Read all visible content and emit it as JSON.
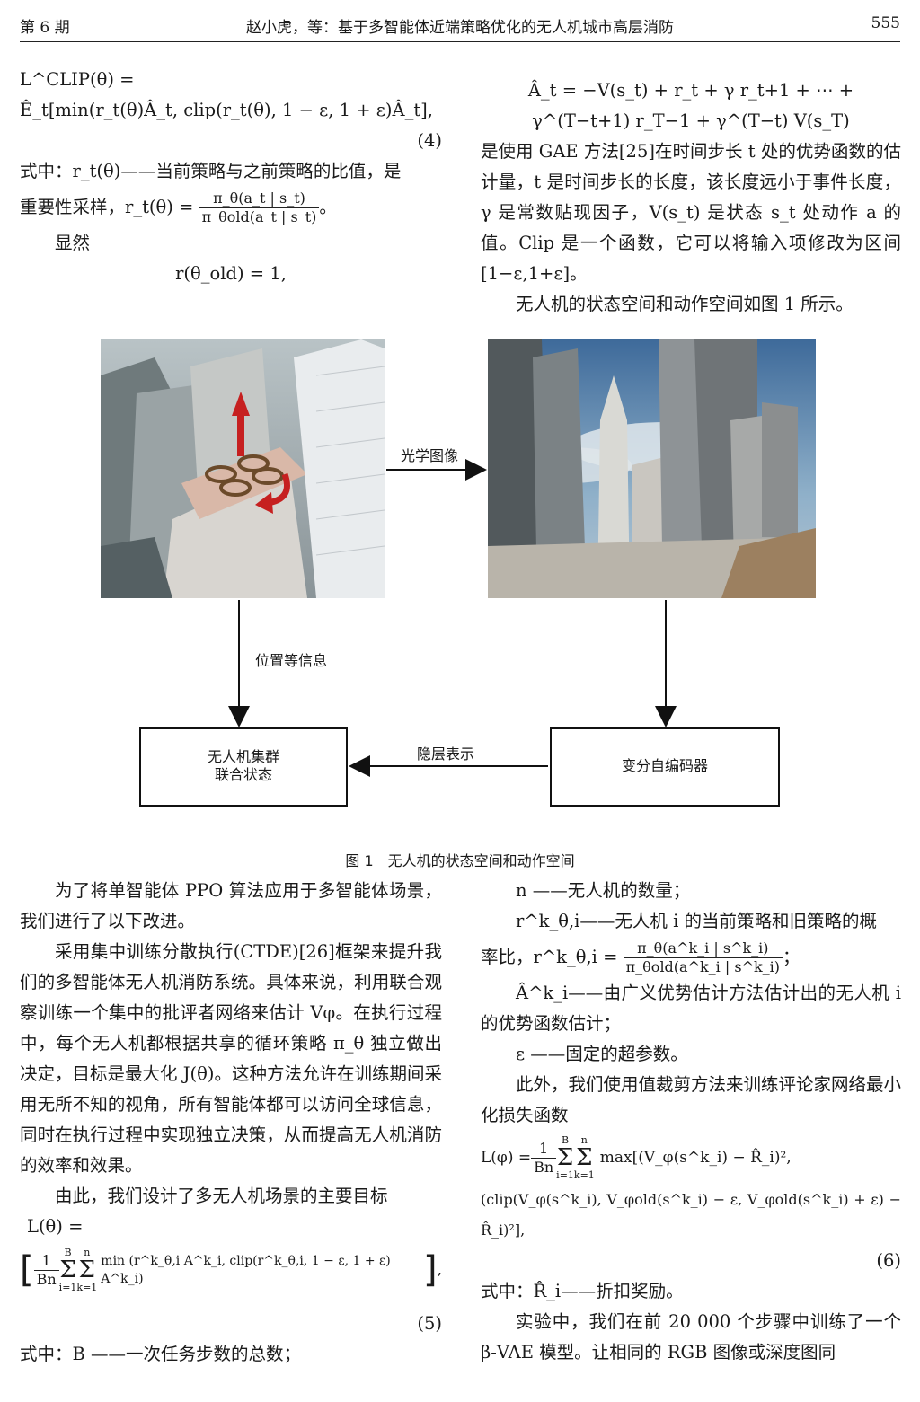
{
  "header": {
    "issue": "第 6 期",
    "title": "赵小虎，等：基于多智能体近端策略优化的无人机城市高层消防",
    "page_number": "555"
  },
  "left_top": {
    "eq4_line1": "L^CLIP(θ) =",
    "eq4_line2": "Ê_t[min(r_t(θ)Â_t, clip(r_t(θ), 1 − ε, 1 + ε)Â_t],",
    "eq4_no": "(4)",
    "def_rt": "式中：r_t(θ)——当前策略与之前策略的比值，是",
    "def_rt2": "重要性采样，r_t(θ) =",
    "frac_num": "π_θ(a_t | s_t)",
    "frac_den": "π_θold(a_t | s_t)",
    "def_rt_end": "。",
    "obviously": "显然",
    "r_old": "r(θ_old) = 1,"
  },
  "right_top": {
    "adv_line1": "Â_t = −V(s_t) + r_t + γ r_t+1 + ⋯ +",
    "adv_line2": "γ^(T−t+1) r_T−1 + γ^(T−t) V(s_T)",
    "p1": "是使用 GAE 方法[25]在时间步长 t 处的优势函数的估计量，t 是时间步长的长度，该长度远小于事件长度，γ 是常数贴现因子，V(s_t) 是状态 s_t 处动作 a 的值。Clip 是一个函数，它可以将输入项修改为区间[1−ε,1+ε]。",
    "p2": "无人机的状态空间和动作空间如图 1 所示。"
  },
  "figure": {
    "label_optical": "光学图像",
    "label_position": "位置等信息",
    "label_hidden": "隐层表示",
    "box_swarm_line1": "无人机集群",
    "box_swarm_line2": "联合状态",
    "box_vae": "变分自编码器",
    "caption": "图 1　无人机的状态空间和动作空间"
  },
  "left_bottom": {
    "p1": "为了将单智能体 PPO 算法应用于多智能体场景，我们进行了以下改进。",
    "p2": "采用集中训练分散执行(CTDE)[26]框架来提升我们的多智能体无人机消防系统。具体来说，利用联合观察训练一个集中的批评者网络来估计 Vφ。在执行过程中，每个无人机都根据共享的循环策略 π_θ 独立做出决定，目标是最大化 J(θ)。这种方法允许在训练期间采用无所不知的视角，所有智能体都可以访问全球信息，同时在执行过程中实现独立决策，从而提高无人机消防的效率和效果。",
    "p3": "由此，我们设计了多无人机场景的主要目标",
    "eq5_lhs": "L(θ) =",
    "eq5_body": "min (r^k_θ,i A^k_i, clip(r^k_θ,i, 1 − ε, 1 + ε) A^k_i)",
    "eq5_frac_num": "1",
    "eq5_frac_den": "Bn",
    "sum1_top": "B",
    "sum1_bot": "i=1",
    "sum2_top": "n",
    "sum2_bot": "k=1",
    "eq5_no": "(5)",
    "def_B": "式中：B ——一次任务步数的总数；"
  },
  "right_bottom": {
    "def_n": "n ——无人机的数量；",
    "def_r1": "r^k_θ,i——无人机 i 的当前策略和旧策略的概",
    "def_r2": "率比，r^k_θ,i =",
    "frac_num": "π_θ(a^k_i | s^k_i)",
    "frac_den": "π_θold(a^k_i | s^k_i)",
    "def_r_end": "；",
    "def_A": "Â^k_i——由广义优势估计方法估计出的无人机 i 的优势函数估计；",
    "def_eps": "ε ——固定的超参数。",
    "p1": "此外，我们使用值裁剪方法来训练评论家网络最小化损失函数",
    "eq6_line1_lhs": "L(φ) =",
    "eq6_line1_body": "max[(V_φ(s^k_i) − R̂_i)²,",
    "eq6_line2": "(clip(V_φ(s^k_i), V_φold(s^k_i) − ε, V_φold(s^k_i) + ε) − R̂_i)²],",
    "eq6_no": "(6)",
    "def_R": "式中：R̂_i——折扣奖励。",
    "p2": "实验中，我们在前 20 000 个步骤中训练了一个 β-VAE 模型。让相同的 RGB 图像或深度图同"
  }
}
